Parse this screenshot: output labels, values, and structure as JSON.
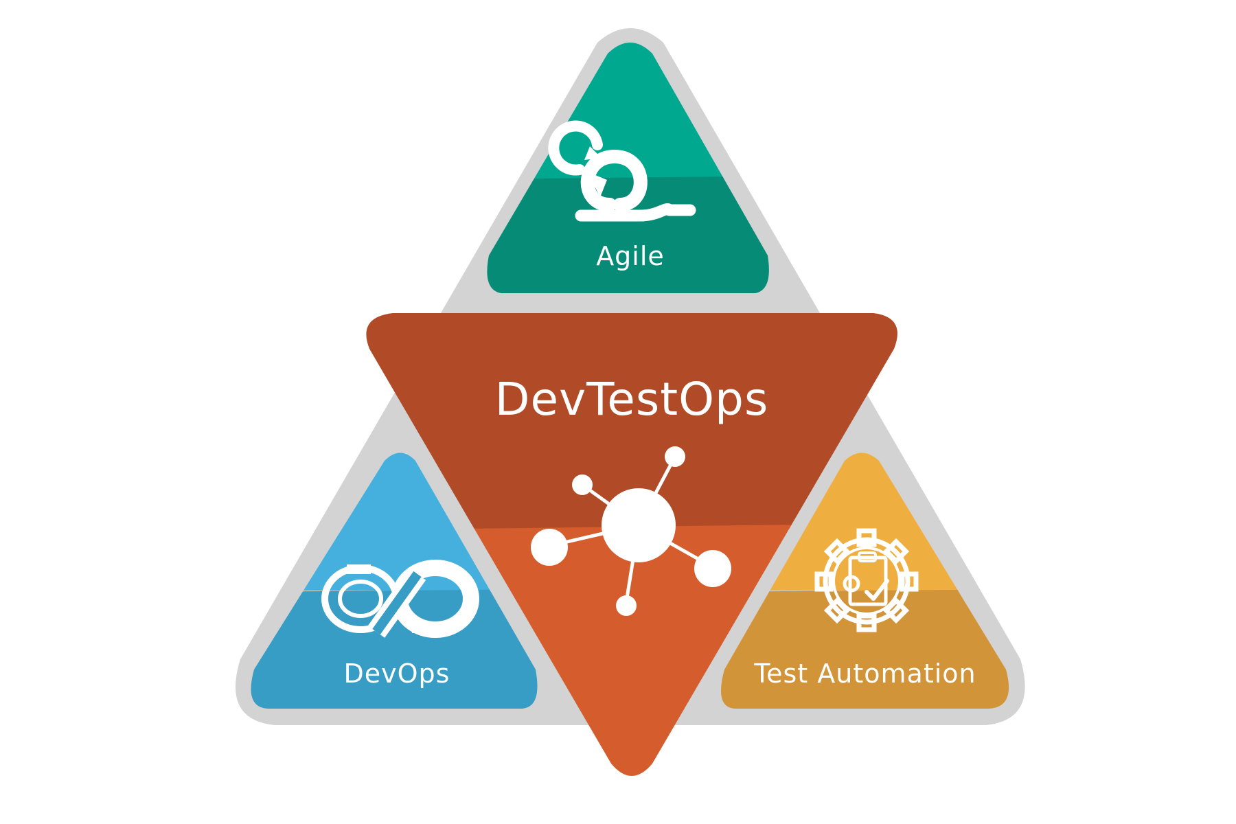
{
  "center": {
    "label": "DevTestOps",
    "icon": "hub-network-icon"
  },
  "segments": [
    {
      "id": "agile",
      "label": "Agile",
      "icon": "agile-loop-icon"
    },
    {
      "id": "devops",
      "label": "DevOps",
      "icon": "infinity-loop-icon"
    },
    {
      "id": "test-automation",
      "label": "Test Automation",
      "icon": "gear-clipboard-check-icon"
    }
  ],
  "colors": {
    "outline": "#d3d3d3",
    "agile_top": "#00a890",
    "agile_bottom": "#068c76",
    "devops_top": "#45b0de",
    "devops_bottom": "#389dc4",
    "test_automation_top": "#eeae40",
    "test_automation_bottom": "#d29439",
    "center_top": "#b14a26",
    "center_bottom": "#d55d2d",
    "text": "#ffffff"
  }
}
